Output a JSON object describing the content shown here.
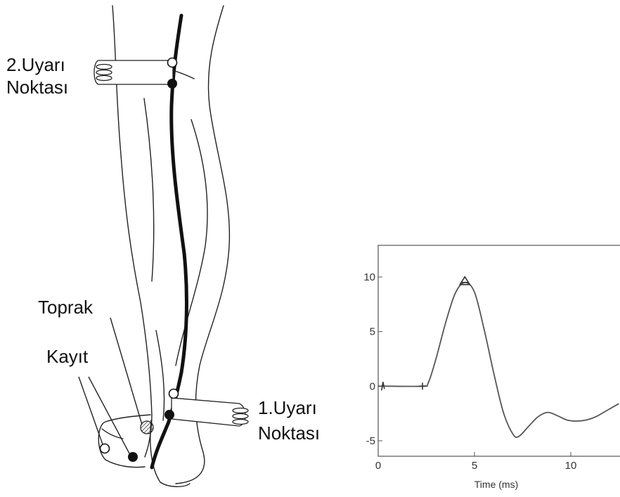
{
  "labels": {
    "stim2_line1": "2.Uyarı",
    "stim2_line2": "Noktası",
    "stim1_line1": "1.Uyarı",
    "stim1_line2": "Noktası",
    "ground": "Toprak",
    "record": "Kayıt"
  },
  "chart_data": {
    "type": "line",
    "title": "",
    "xlabel": "Time (ms)",
    "ylabel": "",
    "xlim": [
      0,
      12.5
    ],
    "ylim": [
      -5.6,
      13
    ],
    "x_ticks": [
      {
        "value": 0,
        "label": "0"
      },
      {
        "value": 5,
        "label": "5"
      },
      {
        "value": 10,
        "label": "10"
      }
    ],
    "y_ticks": [
      {
        "value": 10,
        "label": "10"
      },
      {
        "value": 5,
        "label": "5"
      },
      {
        "value": 0,
        "label": "0"
      },
      {
        "value": -5,
        "label": "-5"
      }
    ],
    "series": [
      {
        "x": [
          0,
          0.3,
          2.3,
          2.6,
          3.0,
          3.5,
          4.0,
          4.5,
          5.0,
          5.5,
          6.0,
          6.5,
          7.0,
          7.3,
          7.8,
          8.3,
          8.8,
          9.3,
          9.8,
          10.3,
          10.8,
          11.3,
          11.8,
          12.3,
          12.5
        ],
        "y": [
          0,
          0,
          0,
          0.3,
          2.5,
          5.8,
          8.5,
          9.5,
          8.6,
          5.2,
          1.2,
          -2.4,
          -4.4,
          -4.6,
          -3.7,
          -2.8,
          -2.4,
          -2.7,
          -3.1,
          -3.2,
          -3.1,
          -2.8,
          -2.3,
          -1.8,
          -1.6
        ]
      }
    ],
    "markers": [
      {
        "label": "",
        "x": 0.25,
        "y": 0
      },
      {
        "label": "",
        "x": 2.3,
        "y": 0
      },
      {
        "label": "",
        "x": 4.5,
        "y": 9.5
      }
    ],
    "grid": false,
    "color": "#555555"
  }
}
